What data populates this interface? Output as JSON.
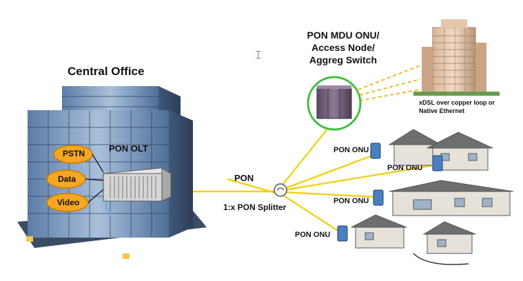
{
  "diagram": {
    "central_office": {
      "title": "Central Office"
    },
    "services": {
      "pstn": "PSTN",
      "data": "Data",
      "video": "Video"
    },
    "olt": {
      "label": "PON OLT"
    },
    "link": {
      "label": "PON"
    },
    "splitter": {
      "label": "1:x PON Splitter"
    },
    "mdu": {
      "label": "PON MDU ONU/ Access Node/ Aggreg Switch"
    },
    "xdsl": {
      "label": "xDSL over copper loop or Native Ethernet"
    },
    "onus": [
      {
        "label": "PON ONU"
      },
      {
        "label": "PON ONU"
      },
      {
        "label": "PON ONU"
      },
      {
        "label": "PON ONU"
      }
    ],
    "colors": {
      "fiber": "#f2d21b",
      "service_cloud": "#f5a623",
      "building_glass": "#8aa6c8",
      "mdu_ring": "#3fbf3f",
      "onu_device": "#4a7fc0",
      "house_wall": "#e6e2da",
      "house_roof": "#6e6e6e"
    },
    "cursor_icon": "text-cursor-icon"
  }
}
